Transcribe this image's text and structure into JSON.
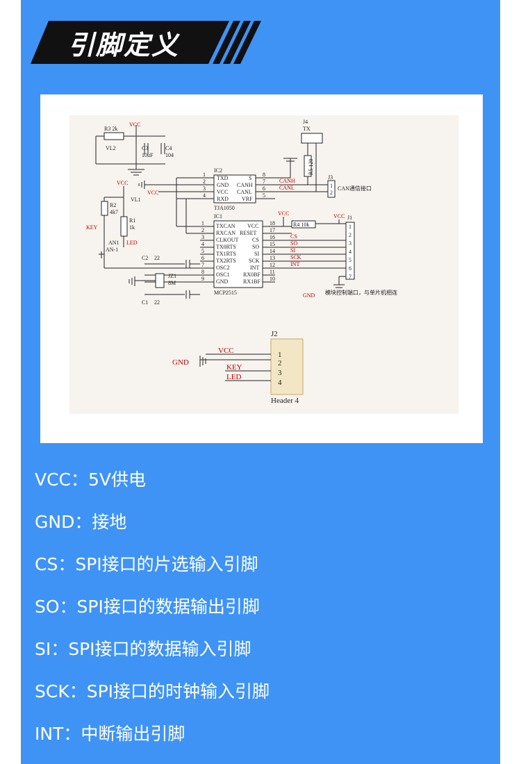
{
  "header": {
    "title": "引脚定义"
  },
  "schematic": {
    "ic2": {
      "ref": "IC2",
      "part": "TJA1050",
      "pins_left": [
        "1",
        "2",
        "3",
        "4"
      ],
      "names_left": [
        "TXD",
        "GND",
        "VCC",
        "RXD"
      ],
      "pins_right": [
        "8",
        "7",
        "6",
        "5"
      ],
      "names_right": [
        "S",
        "CANH",
        "CANL",
        "VRF"
      ]
    },
    "ic1": {
      "ref": "IC1",
      "part": "MCP2515",
      "pins_left": [
        "1",
        "2",
        "3",
        "4",
        "5",
        "6",
        "7",
        "8",
        "9"
      ],
      "names_left": [
        "TXCAN",
        "RXCAN",
        "CLKOUT",
        "TX0RTS",
        "TX1RTS",
        "TX2RTS",
        "OSC2",
        "OSC1",
        "GND"
      ],
      "pins_right": [
        "18",
        "17",
        "16",
        "15",
        "14",
        "13",
        "12",
        "11",
        "10"
      ],
      "names_right": [
        "VCC",
        "RESET",
        "CS",
        "SO",
        "SI",
        "SCK",
        "INT",
        "RX0BF",
        "RX1BF"
      ]
    },
    "nets": {
      "canh": "CANH",
      "canl": "CANL",
      "cs": "CS",
      "so": "SO",
      "si": "SI",
      "sck": "SCK",
      "int": "INT"
    },
    "vcc": "VCC",
    "gnd": "GND",
    "r3": "R3  2k",
    "vl2": "VL2",
    "c3": "C3",
    "c3v": "10uF",
    "c4": "C4",
    "c4v": "104",
    "vl1": "VL1",
    "r2": "R2",
    "r2v": "4k7",
    "r1": "R1",
    "r1v": "1k",
    "key": "KEY",
    "led": "LED",
    "an1": "AN1",
    "an1v": "AN-1",
    "c2": "C2",
    "c2v": "22",
    "c1": "C1",
    "c1v": "22",
    "jz1": "JZ1",
    "jz1v": "8M",
    "j4": "J4",
    "tx": "TX",
    "r5": "R5  120",
    "j3": "J3",
    "can_port": "CAN通信接口",
    "r4": "R4  10k",
    "j1": "J1",
    "j1_pins": [
      "1",
      "2",
      "3",
      "4",
      "5",
      "6",
      "7"
    ],
    "module_note": "模块控制端口，与单片机相连",
    "j2": "J2",
    "j2_pins": [
      "1",
      "2",
      "3",
      "4"
    ],
    "header4": "Header 4",
    "pin_1": "1",
    "pin_2": "2"
  },
  "pins": [
    "VCC：5V供电",
    "GND：接地",
    "CS：SPI接口的片选输入引脚",
    "SO：SPI接口的数据输出引脚",
    "SI：SPI接口的数据输入引脚",
    "SCK：SPI接口的时钟输入引脚",
    "INT：中断输出引脚"
  ]
}
